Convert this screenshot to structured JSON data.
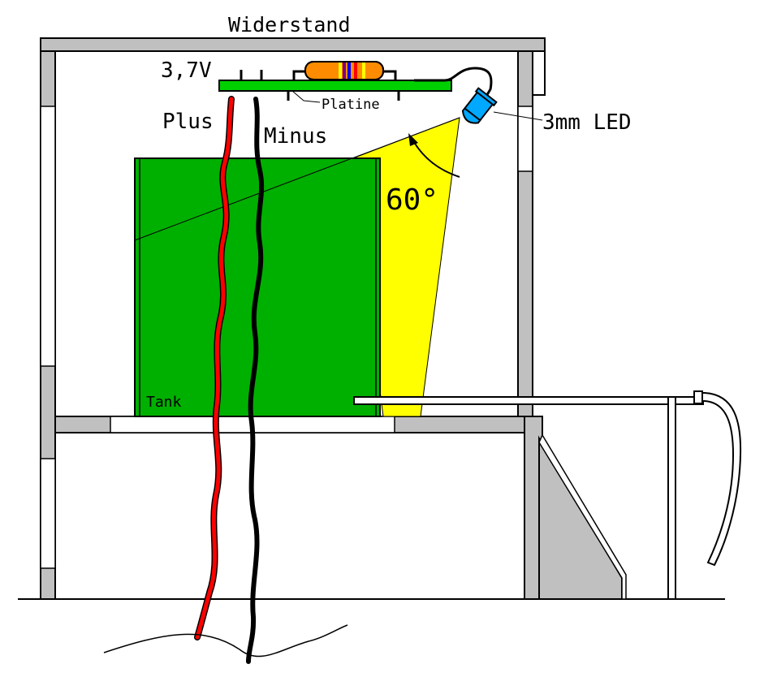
{
  "labels": {
    "widerstand": "Widerstand",
    "voltage": "3,7V",
    "platine": "Platine",
    "led": "3mm LED",
    "plus": "Plus",
    "minus": "Minus",
    "angle": "60°",
    "tank": "Tank"
  },
  "colors": {
    "frame_gray": "#c0c0c0",
    "tank_green": "#00b000",
    "pcb_green": "#00d000",
    "light_yellow": "#ffff00",
    "led_blue": "#00a8ff",
    "resistor_orange": "#ff8c00",
    "wire_plus": "#ff0000",
    "wire_minus": "#000000"
  },
  "icons": {
    "led": "led-icon",
    "resistor": "resistor-icon"
  }
}
